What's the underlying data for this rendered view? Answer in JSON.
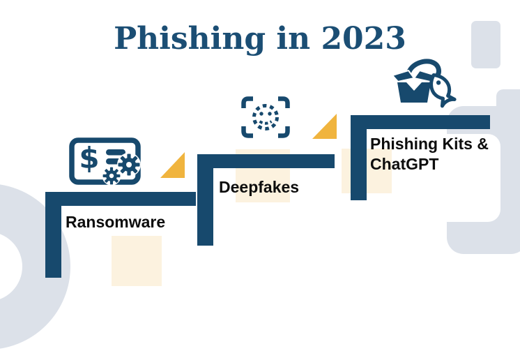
{
  "title": "Phishing in 2023",
  "steps": [
    {
      "name": "ransomware",
      "label": "Ransomware",
      "icon": "money-transfer-gears-icon",
      "dollar_glyph": "$"
    },
    {
      "name": "deepfakes",
      "label": "Deepfakes",
      "icon": "face-scan-icon"
    },
    {
      "name": "phishing-kits",
      "label": "Phishing Kits & ChatGPT",
      "icon": "phishing-kit-fish-icon"
    }
  ],
  "colors": {
    "navy": "#17496d",
    "title_navy": "#1b4e74",
    "accent_yellow": "#f0b43e",
    "cream": "#fcf2df",
    "decor_gray": "#dce1e9",
    "label_black": "#0d0d0d",
    "background": "#ffffff"
  }
}
